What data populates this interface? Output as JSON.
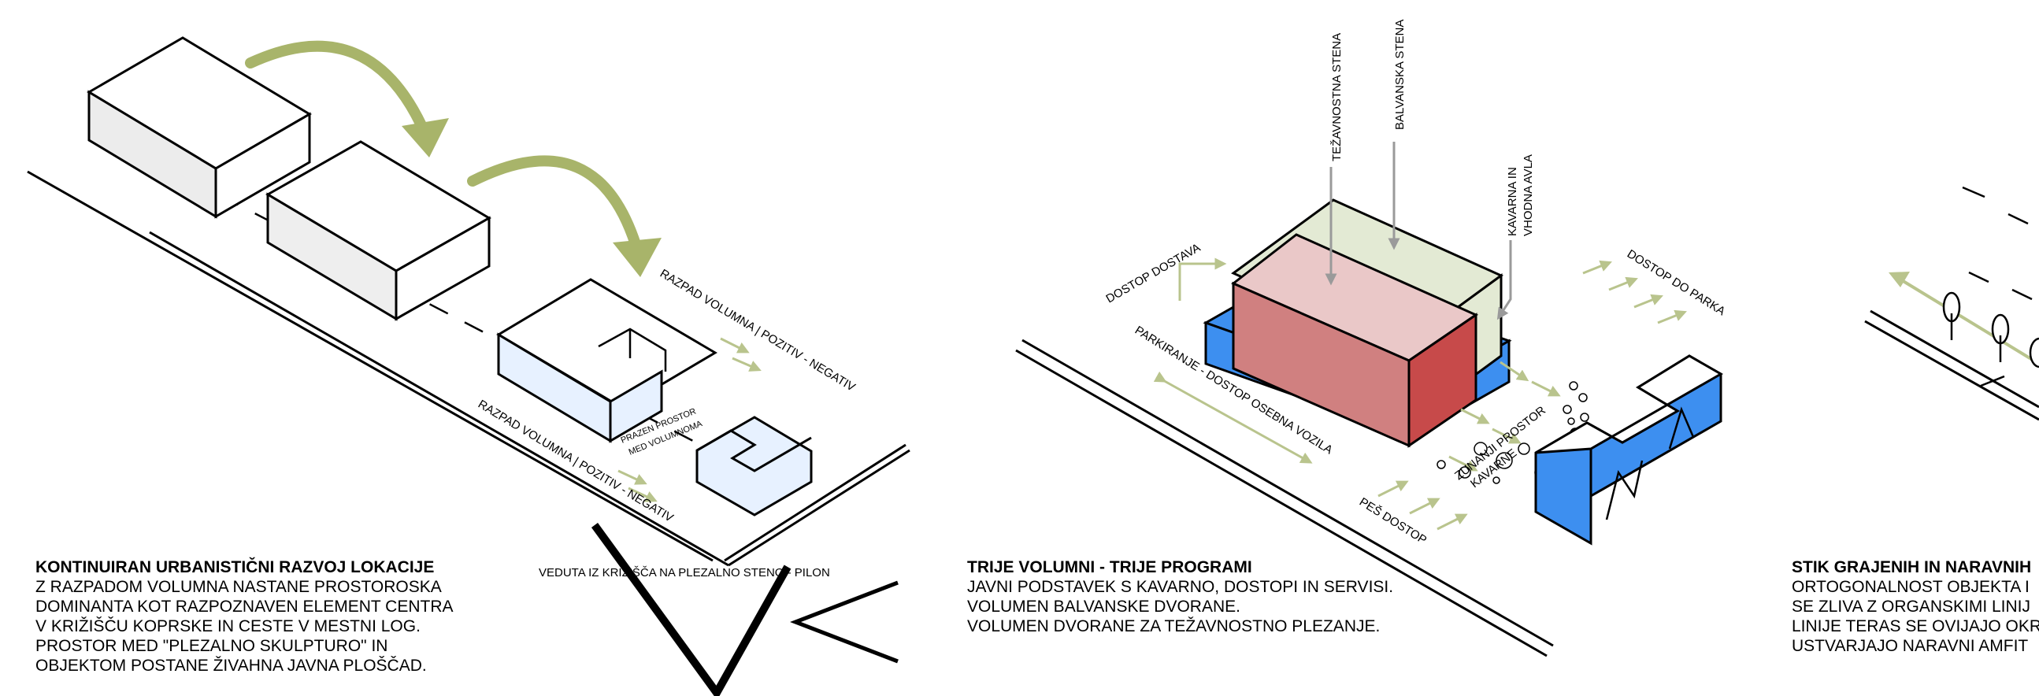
{
  "colors": {
    "outline": "#000000",
    "green_arrow": "#a8b46a",
    "green_guide": "#b9c48d",
    "grey_arrow": "#9a9a9a",
    "blue_fill": "#3d8ff0",
    "blue_light": "#e7f1ff",
    "red_fill": "#c74a4a",
    "pink_fill": "#eac8c8",
    "sage_fill": "#e3ead4",
    "grey_face": "#ececec"
  },
  "panel1": {
    "label_top": "RAZPAD VOLUMNA | POZITIV - NEGATIV",
    "label_bottom": "RAZPAD VOLUMNA | POZITIV - NEGATIV",
    "label_space_1": "PRAZEN PROSTOR",
    "label_space_2": "MED VOLUMNOMA",
    "label_view": "VEDUTA IZ KRIŽIŠČA NA PLEZALNO STENO - PILON",
    "caption": {
      "title": "KONTINUIRAN URBANISTIČNI RAZVOJ LOKACIJE",
      "lines": [
        "Z RAZPADOM VOLUMNA NASTANE PROSTOROSKA",
        "DOMINANTA KOT RAZPOZNAVEN ELEMENT CENTRA",
        "V KRIŽIŠČU KOPRSKE IN CESTE V MESTNI LOG.",
        "PROSTOR MED \"PLEZALNO SKULPTURO\" IN",
        "OBJEKTOM POSTANE ŽIVAHNA JAVNA PLOŠČAD."
      ]
    }
  },
  "panel2": {
    "label_wall_1": "TEŽAVNOSTNA STENA",
    "label_wall_2": "BALVANSKA STENA",
    "label_cafe_1": "KAVARNA IN",
    "label_cafe_2": "VHODNA AVLA",
    "label_delivery": "DOSTOP DOSTAVA",
    "label_park": "DOSTOP DO PARKA",
    "label_parking": "PARKIRANJE - DOSTOP OSEBNA VOZILA",
    "label_outdoor_1": "ZUNANJI PROSTOR",
    "label_outdoor_2": "KAVARNE",
    "label_walk": "PEŠ DOSTOP",
    "caption": {
      "title": "TRIJE VOLUMNI - TRIJE PROGRAMI",
      "lines": [
        "JAVNI PODSTAVEK S KAVARNO, DOSTOPI IN SERVISI.",
        "VOLUMEN BALVANSKE DVORANE.",
        "VOLUMEN DVORANE ZA TEŽAVNOSTNO PLEZANJE."
      ]
    }
  },
  "panel3": {
    "caption": {
      "title": "STIK GRAJENIH IN NARAVNIH",
      "lines": [
        "ORTOGONALNOST OBJEKTA I",
        "SE ZLIVA Z ORGANSKIMI LINIJ",
        "LINIJE TERAS SE OVIJAJO OKR",
        "USTVARJAJO NARAVNI AMFIT"
      ]
    }
  }
}
